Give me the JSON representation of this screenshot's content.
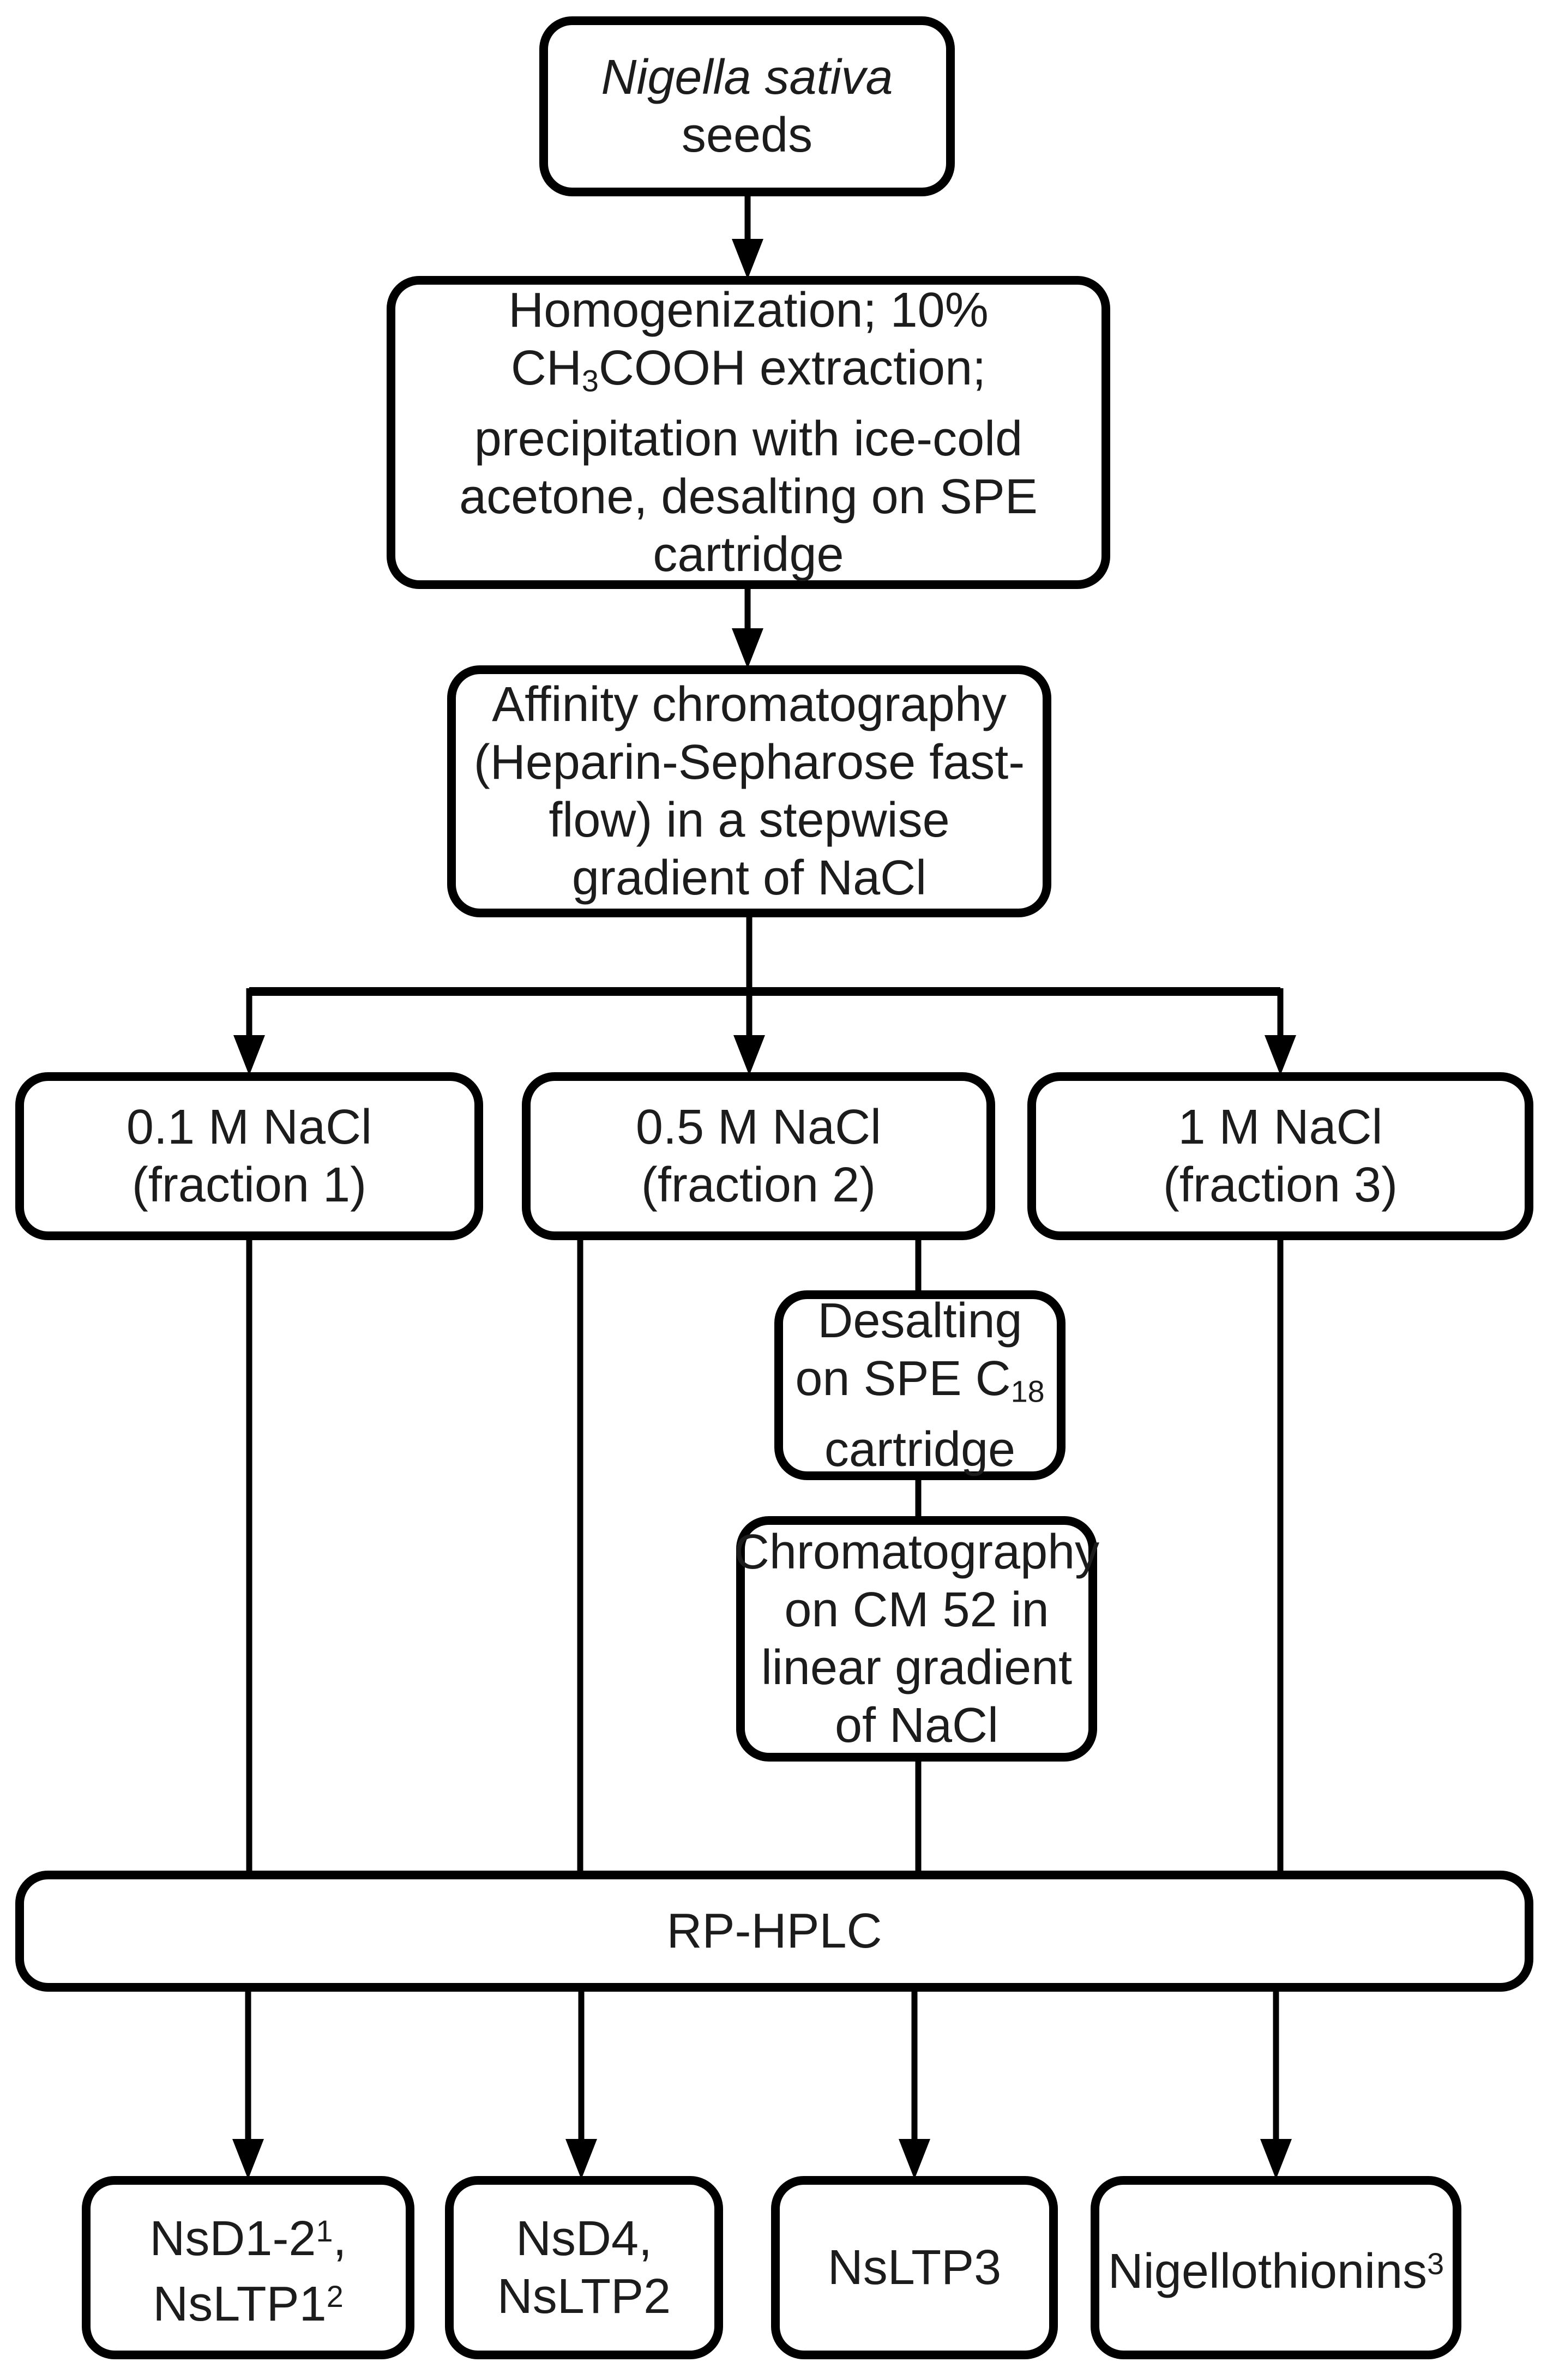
{
  "figure": {
    "kind": "flowchart",
    "description": "Purification scheme of peptides from Nigella sativa seeds"
  },
  "colors": {
    "background": "#ffffff",
    "line": "#000000",
    "text": "#1c1c1c"
  },
  "nodes": {
    "seeds": {
      "label": "Nigella sativa seeds",
      "lines": [
        [
          {
            "t": "Nigella sativa",
            "i": true
          }
        ],
        [
          {
            "t": "seeds"
          }
        ]
      ]
    },
    "homogenization": {
      "label": "Homogenization; 10% CH3COOH extraction; precipitation with ice-cold acetone, desalting on SPE cartridge",
      "lines": [
        [
          {
            "t": "Homogenization; 10%"
          }
        ],
        [
          {
            "t": "CH"
          },
          {
            "t": "3",
            "sub": true
          },
          {
            "t": "COOH extraction;"
          }
        ],
        [
          {
            "t": "precipitation with ice-cold"
          }
        ],
        [
          {
            "t": "acetone, desalting on SPE"
          }
        ],
        [
          {
            "t": "cartridge"
          }
        ]
      ]
    },
    "affinity": {
      "label": "Affinity chromatography (Heparin-Sepharose fast-flow) in a stepwise gradient of NaCl",
      "lines": [
        [
          {
            "t": "Affinity chromatography"
          }
        ],
        [
          {
            "t": "(Heparin-Sepharose fast-"
          }
        ],
        [
          {
            "t": "flow) in a stepwise"
          }
        ],
        [
          {
            "t": "gradient of NaCl"
          }
        ]
      ]
    },
    "fraction1": {
      "label": "0.1 M NaCl (fraction 1)",
      "lines": [
        [
          {
            "t": "0.1 M NaCl"
          }
        ],
        [
          {
            "t": "(fraction 1)"
          }
        ]
      ]
    },
    "fraction2": {
      "label": "0.5 M NaCl (fraction 2)",
      "lines": [
        [
          {
            "t": "0.5 M NaCl"
          }
        ],
        [
          {
            "t": "(fraction 2)"
          }
        ]
      ]
    },
    "fraction3": {
      "label": "1 M NaCl (fraction 3)",
      "lines": [
        [
          {
            "t": "1 M NaCl"
          }
        ],
        [
          {
            "t": "(fraction 3)"
          }
        ]
      ]
    },
    "desalting": {
      "label": "Desalting on SPE C18 cartridge",
      "lines": [
        [
          {
            "t": "Desalting"
          }
        ],
        [
          {
            "t": "on SPE C"
          },
          {
            "t": "18",
            "sub": true
          }
        ],
        [
          {
            "t": "cartridge"
          }
        ]
      ]
    },
    "cm52": {
      "label": "Chromatography on CM 52 in linear gradient of NaCl",
      "lines": [
        [
          {
            "t": "Chromatography"
          }
        ],
        [
          {
            "t": "on CM 52 in"
          }
        ],
        [
          {
            "t": "linear gradient"
          }
        ],
        [
          {
            "t": "of NaCl"
          }
        ]
      ]
    },
    "rp_hplc": {
      "label": "RP-HPLC",
      "lines": [
        [
          {
            "t": "RP-HPLC"
          }
        ]
      ]
    },
    "nsd12_nsltp1": {
      "label": "NsD1-2(1), NsLTP1(2)",
      "lines": [
        [
          {
            "t": "NsD1-2"
          },
          {
            "t": "1",
            "sup": true
          },
          {
            "t": ","
          }
        ],
        [
          {
            "t": "NsLTP1"
          },
          {
            "t": "2",
            "sup": true
          }
        ]
      ]
    },
    "nsd4_nsltp2": {
      "label": "NsD4, NsLTP2",
      "lines": [
        [
          {
            "t": "NsD4,"
          }
        ],
        [
          {
            "t": "NsLTP2"
          }
        ]
      ]
    },
    "nsltp3": {
      "label": "NsLTP3",
      "lines": [
        [
          {
            "t": "NsLTP3"
          }
        ]
      ]
    },
    "nigellothionins": {
      "label": "Nigellothionins(3)",
      "lines": [
        [
          {
            "t": "Nigellothionins"
          },
          {
            "t": "3",
            "sup": true
          }
        ]
      ]
    }
  },
  "edges": [
    {
      "from": "seeds",
      "to": "homogenization",
      "arrow": true
    },
    {
      "from": "homogenization",
      "to": "affinity",
      "arrow": true
    },
    {
      "from": "affinity",
      "to": "fraction1",
      "arrow": true
    },
    {
      "from": "affinity",
      "to": "fraction2",
      "arrow": true
    },
    {
      "from": "affinity",
      "to": "fraction3",
      "arrow": true
    },
    {
      "from": "fraction1",
      "to": "rp_hplc",
      "arrow": false
    },
    {
      "from": "fraction2",
      "to": "rp_hplc",
      "arrow": false
    },
    {
      "from": "fraction2",
      "to": "desalting",
      "arrow": false
    },
    {
      "from": "desalting",
      "to": "cm52",
      "arrow": false
    },
    {
      "from": "cm52",
      "to": "rp_hplc",
      "arrow": false
    },
    {
      "from": "fraction3",
      "to": "rp_hplc",
      "arrow": false
    },
    {
      "from": "rp_hplc",
      "to": "nsd12_nsltp1",
      "arrow": true
    },
    {
      "from": "rp_hplc",
      "to": "nsd4_nsltp2",
      "arrow": true
    },
    {
      "from": "rp_hplc",
      "to": "nsltp3",
      "arrow": true
    },
    {
      "from": "rp_hplc",
      "to": "nigellothionins",
      "arrow": true
    }
  ]
}
